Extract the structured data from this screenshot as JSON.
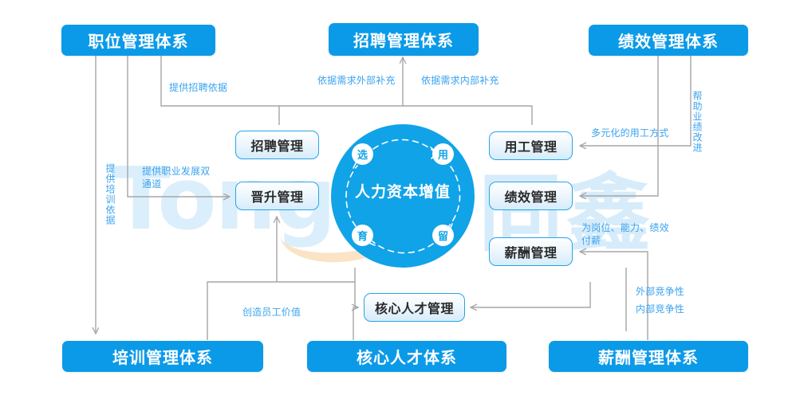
{
  "diagram": {
    "title_hidden": "",
    "colors": {
      "primary": "#0b9ae8",
      "circle": "#10a3e8",
      "module_border": "#27a4e8",
      "label_text": "#3aa3ef",
      "connector": "#a6a6a6",
      "watermark_blue": "#d7ecfa",
      "watermark_orange": "#fbe3c6"
    },
    "watermark": {
      "latin": "Tong",
      "cn": "同鑫"
    },
    "systems": [
      {
        "id": "position",
        "label": "职位管理体系"
      },
      {
        "id": "recruit",
        "label": "招聘管理体系"
      },
      {
        "id": "perf",
        "label": "绩效管理体系"
      },
      {
        "id": "training",
        "label": "培训管理体系"
      },
      {
        "id": "talent",
        "label": "核心人才体系"
      },
      {
        "id": "salary",
        "label": "薪酬管理体系"
      }
    ],
    "modules": [
      {
        "id": "recruit-mgmt",
        "label": "招聘管理"
      },
      {
        "id": "promo-mgmt",
        "label": "晋升管理"
      },
      {
        "id": "employ-mgmt",
        "label": "用工管理"
      },
      {
        "id": "perf-mgmt",
        "label": "绩效管理"
      },
      {
        "id": "salary-mgmt",
        "label": "薪酬管理"
      },
      {
        "id": "talent-mgmt",
        "label": "核心人才管理"
      }
    ],
    "core": {
      "title": "人力资本增值",
      "nodes": [
        {
          "id": "xuan",
          "label": "选"
        },
        {
          "id": "yong",
          "label": "用"
        },
        {
          "id": "liu",
          "label": "留"
        },
        {
          "id": "yu",
          "label": "育"
        }
      ]
    },
    "edge_labels": [
      {
        "id": "provide-recruit-basis",
        "text": "提供招聘依据"
      },
      {
        "id": "external-supplement",
        "text": "依据需求外部补充"
      },
      {
        "id": "internal-supplement",
        "text": "依据需求内部补充"
      },
      {
        "id": "diverse-employment",
        "text": "多元化的用工方式"
      },
      {
        "id": "help-performance",
        "text": "帮助业绩改进"
      },
      {
        "id": "pay-for-post",
        "text": "为岗位、能力、绩效\n付薪"
      },
      {
        "id": "provide-career-dual",
        "text": "提供职业发展双\n通道"
      },
      {
        "id": "provide-training-basis",
        "text": "提供培训依据"
      },
      {
        "id": "create-employee-value",
        "text": "创造员工价值"
      },
      {
        "id": "external-competitive",
        "text": "外部竞争性"
      },
      {
        "id": "internal-competitive",
        "text": "内部竞争性"
      }
    ]
  }
}
